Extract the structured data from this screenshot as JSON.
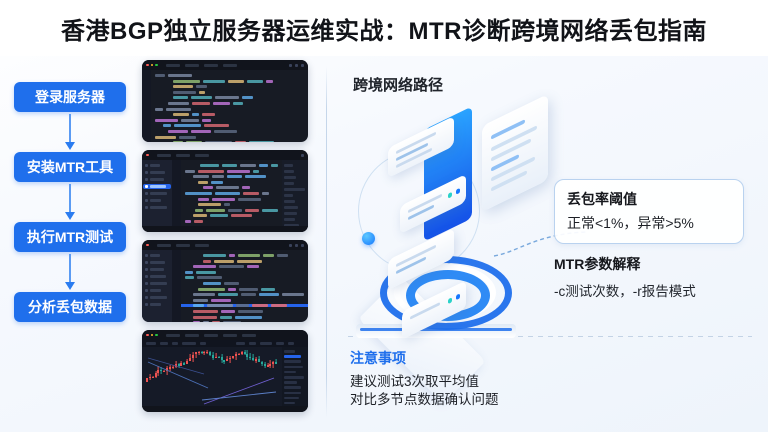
{
  "title": "香港BGP独立服务器运维实战：MTR诊断跨境网络丢包指南",
  "flow": {
    "steps": [
      {
        "label": "登录服务器"
      },
      {
        "label": "安装MTR工具"
      },
      {
        "label": "执行MTR测试"
      },
      {
        "label": "分析丢包数据"
      }
    ]
  },
  "screenshots": [
    {
      "name": "terminal-code-editor"
    },
    {
      "name": "ide-with-sidebar"
    },
    {
      "name": "ide-highlighted-line"
    },
    {
      "name": "candlestick-chart"
    }
  ],
  "right": {
    "section_title": "跨境网络路径",
    "callout": {
      "title": "丢包率阈值",
      "subtitle": "正常<1%，异常>5%"
    },
    "mtr": {
      "title": "MTR参数解释",
      "subtitle": "-c测试次数，-r报告模式"
    },
    "notes": {
      "title": "注意事项",
      "line1": "建议测试3次取平均值",
      "line2": "对比多节点数据确认问题"
    }
  },
  "colors": {
    "accent_blue": "#1f6fec",
    "deep_blue": "#1552e8",
    "cyan": "#2ad2c9",
    "title_dark": "#111318",
    "border_blue": "#b9d2ef",
    "panel_dark": "#171b24"
  }
}
